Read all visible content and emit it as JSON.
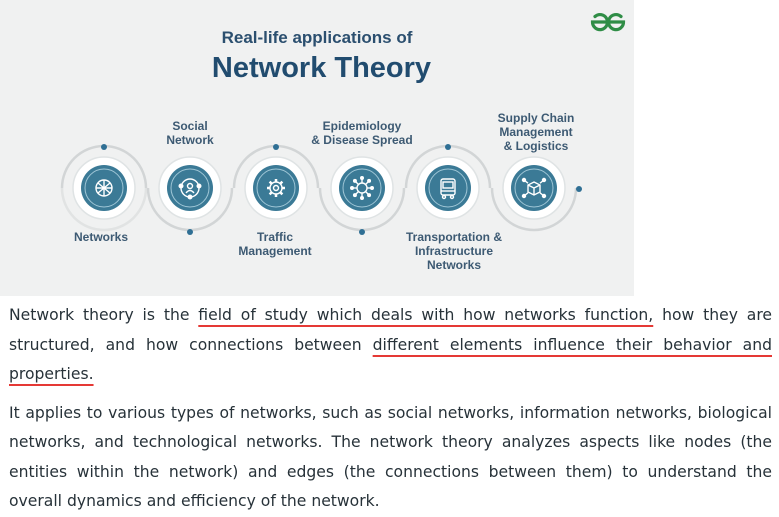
{
  "infographic": {
    "subtitle": "Real-life applications of",
    "title": "Network Theory",
    "logo": "GfG",
    "accent_color": "#3b7a96",
    "nodes": [
      {
        "label_lines": [
          "Networks"
        ],
        "icon": "globe-network-icon"
      },
      {
        "label_lines": [
          "Social",
          "Network"
        ],
        "icon": "people-network-icon"
      },
      {
        "label_lines": [
          "Traffic",
          "Management"
        ],
        "icon": "gear-icon"
      },
      {
        "label_lines": [
          "Epidemiology",
          "& Disease Spread"
        ],
        "icon": "virus-icon"
      },
      {
        "label_lines": [
          "Transportation &",
          "Infrastructure",
          "Networks"
        ],
        "icon": "bus-icon"
      },
      {
        "label_lines": [
          "Supply Chain",
          "Management",
          "& Logistics"
        ],
        "icon": "package-network-icon"
      }
    ]
  },
  "article": {
    "p1": {
      "t1": "Network theory is the ",
      "h1": "field of study which deals with how networks function,",
      "t2": " how they are structured, and how connections between ",
      "h2": "different elements influence their behavior and properties.",
      "t3": ""
    },
    "p2": "It applies to various types of networks, such as social networks, information networks, biological networks, and technological networks. The network theory analyzes aspects like nodes (the entities within the network) and edges (the connections between them) to understand the overall dynamics and efficiency of the network.",
    "highlight_color": "#e53935"
  }
}
